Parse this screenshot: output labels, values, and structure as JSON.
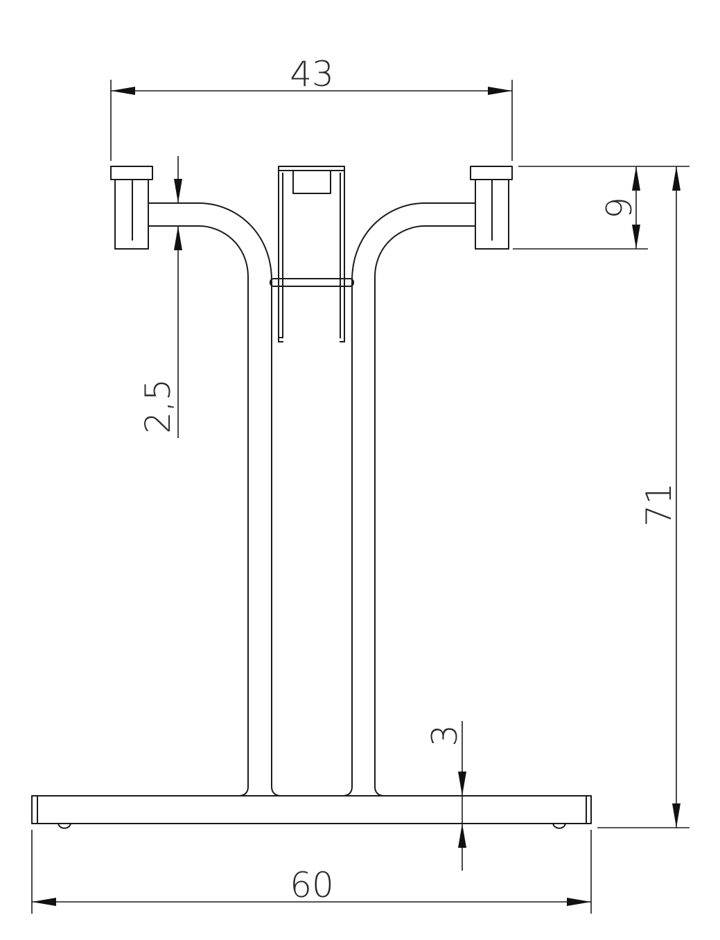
{
  "drawing": {
    "type": "technical-dimension-drawing",
    "stroke_color": "#1a1a1a",
    "background": "#ffffff"
  },
  "dimensions": {
    "arm_span": "43",
    "hook_height": "9",
    "tube_diameter": "2,5",
    "total_height": "71",
    "base_thickness": "3",
    "base_width": "60"
  }
}
